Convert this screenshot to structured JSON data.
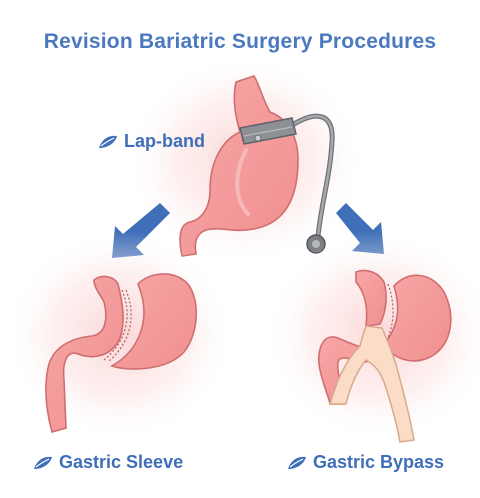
{
  "title": "Revision Bariatric Surgery Procedures",
  "labels": {
    "lap_band": "Lap-band",
    "gastric_sleeve": "Gastric Sleeve",
    "gastric_bypass": "Gastric Bypass"
  },
  "icons": {
    "label_marker": "leaf-icon",
    "transition": "arrow-down-icon",
    "band_port": "access-port-icon"
  },
  "colors": {
    "title": "#4a79bf",
    "label": "#3f6fb8",
    "arrow": "#3f6fb8",
    "stomach_fill": "#f59a9a",
    "stomach_outline": "#cf6e70",
    "glow": "#fbd5d5",
    "band": "#8d9094",
    "intestine_limb": "#fbdcc6"
  }
}
